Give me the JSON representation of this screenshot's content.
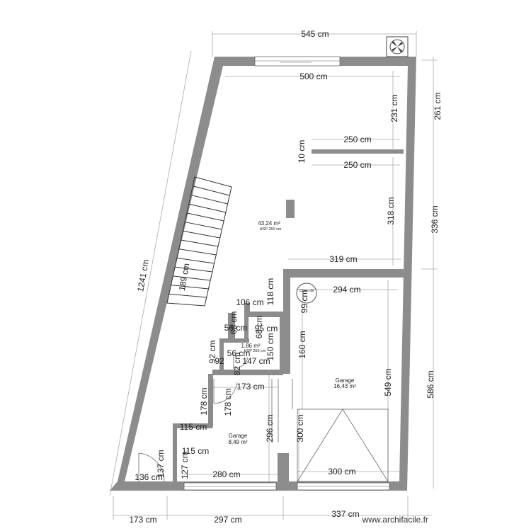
{
  "dimensions": {
    "top_width": "545 cm",
    "inner_top": "500 cm",
    "right_upper": "261 cm",
    "right_lower": "586 cm",
    "right_middle": "336 cm",
    "inner_right_upper": "231 cm",
    "inner_right_mid": "318 cm",
    "inner_right_low": "549 cm",
    "left_diagonal": "1241 cm",
    "stair_length": "189 cm",
    "partition_top": "250 cm",
    "partition_bottom": "250 cm",
    "partition_thickness": "10 cm",
    "garage_top_width": "319 cm",
    "garage_inner_width": "294 cm",
    "step_118": "118 cm",
    "step_99": "99 cm",
    "step_106": "106 cm",
    "step_56": "56 cm",
    "step_68a": "68 cm",
    "step_95": "95 cm",
    "step_68b": "68 cm",
    "step_160": "160 cm",
    "step_56b": "56 cm",
    "step_150": "150 cm",
    "step_92": "92 cm",
    "step_82": "82 cm",
    "step_147": "147 cm",
    "step_173": "173 cm",
    "step_178a": "178 cm",
    "step_178b": "178 cm",
    "step_115a": "115 cm",
    "step_296": "296 cm",
    "step_300v": "300 cm",
    "step_115b": "115 cm",
    "step_137": "137 cm",
    "step_127": "127 cm",
    "step_136": "136 cm",
    "step_280": "280 cm",
    "step_300h": "300 cm",
    "bottom_173": "173 cm",
    "bottom_297": "297 cm",
    "bottom_337": "337 cm"
  },
  "rooms": {
    "main_area": "43,24 m²",
    "main_hsp": "HSP 250 cm",
    "small_area": "1,86 m²",
    "small_hsp": "HSP 250 cm",
    "garage_right_name": "Garage",
    "garage_right_area": "16,43 m²",
    "garage_left_name": "Garage",
    "garage_left_area": "8,49 m²",
    "circle_label_a": "Chau dé",
    "circle_label_b": "..."
  },
  "watermark": "www.archifacile.fr",
  "colors": {
    "wall": "#8c8c8c",
    "dimension_line": "#aaaaaa",
    "text": "#222222"
  }
}
